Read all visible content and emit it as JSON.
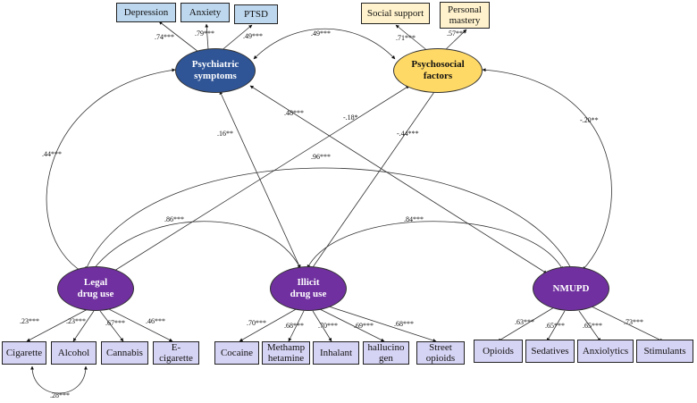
{
  "latent": {
    "psychiatric": "Psychiatric\nsymptoms",
    "psychosocial": "Psychosocial\nfactors",
    "legal": "Legal\ndrug use",
    "illicit": "Illicit\ndrug use",
    "nmupd": "NMUPD"
  },
  "indicators": {
    "depression": "Depression",
    "anxiety": "Anxiety",
    "ptsd": "PTSD",
    "social_support": "Social support",
    "personal_mastery": "Personal\nmastery",
    "cigarette": "Cigarette",
    "alcohol": "Alcohol",
    "cannabis": "Cannabis",
    "ecigarette": "E-\ncigarette",
    "cocaine": "Cocaine",
    "methamphetamine": "Methamp\nhetamine",
    "inhalant": "Inhalant",
    "hallucinogen": "hallucino\ngen",
    "street_opioids": "Street\nopioids",
    "opioids": "Opioids",
    "sedatives": "Sedatives",
    "anxiolytics": "Anxiolytics",
    "stimulants": "Stimulants"
  },
  "loadings": {
    "depression": ".74***",
    "anxiety": ".79***",
    "ptsd": ".49***",
    "social_support": ".71***",
    "personal_mastery": ".57***",
    "cigarette": ".23***",
    "alcohol": ".23***",
    "cannabis": ".67***",
    "ecigarette": ".46***",
    "cocaine": ".70***",
    "methamphetamine": ".68***",
    "inhalant": ".70***",
    "hallucinogen": ".69***",
    "street_opioids": ".68***",
    "opioids": ".63***",
    "sedatives": ".65***",
    "anxiolytics": ".65***",
    "stimulants": ".73***"
  },
  "paths": {
    "psych_psychosocial": ".49***",
    "psych_legal": ".44***",
    "psych_illicit": ".16**",
    "psych_nmupd": ".48***",
    "psychosocial_legal": "-.18*",
    "psychosocial_illicit": "-.44***",
    "psychosocial_nmupd": "-.20**",
    "legal_nmupd": ".96***",
    "legal_illicit": ".86***",
    "illicit_nmupd": ".84***",
    "cigarette_alcohol": ".28***"
  }
}
